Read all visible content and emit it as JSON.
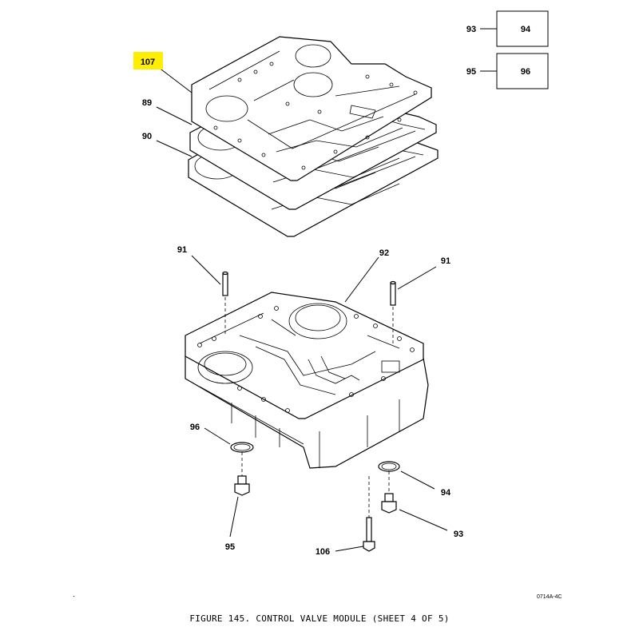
{
  "callouts": {
    "c107": "107",
    "c89": "89",
    "c90": "90",
    "c91_left": "91",
    "c91_right": "91",
    "c92": "92",
    "c93_box": "93",
    "c94_box": "94",
    "c95_box": "95",
    "c96_box": "96",
    "c96": "96",
    "c95": "95",
    "c94": "94",
    "c93": "93",
    "c106": "106"
  },
  "highlight_color": "#ffee00",
  "figure_code": "0714A-4C",
  "caption": "FIGURE 145. CONTROL VALVE MODULE (SHEET 4 OF 5)"
}
